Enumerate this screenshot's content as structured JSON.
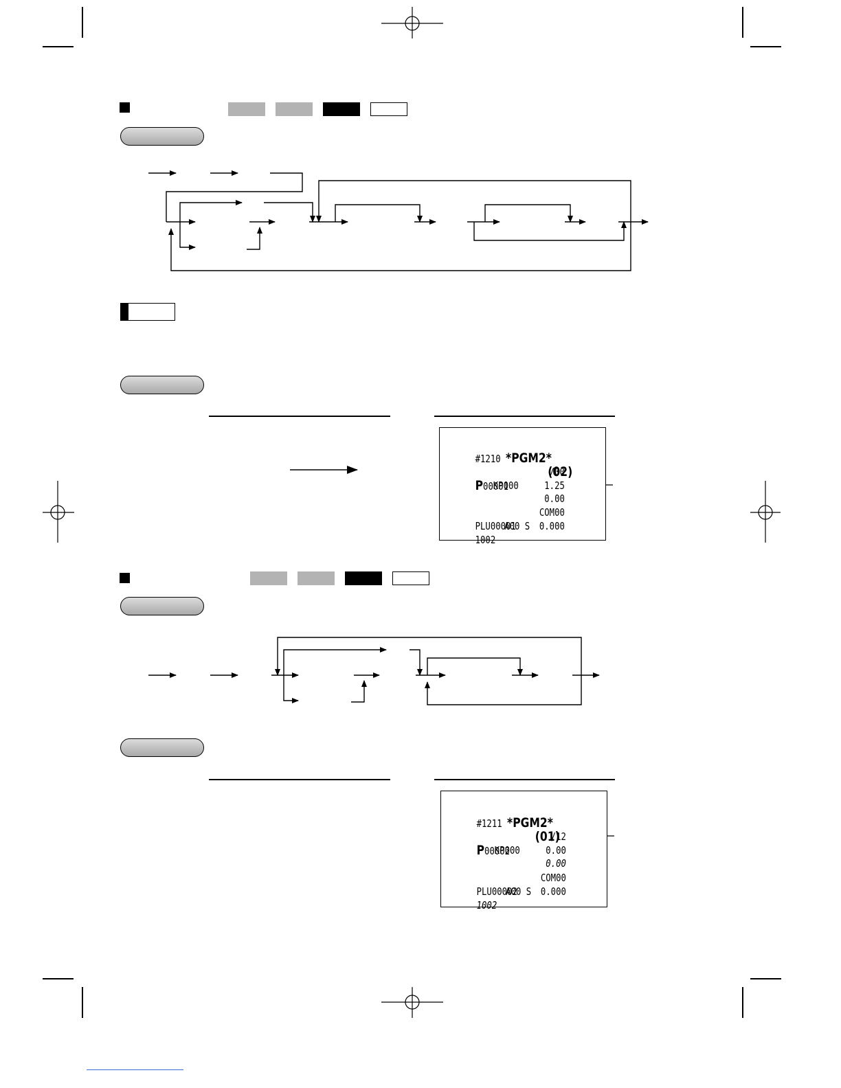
{
  "section1": {
    "mode_boxes": [
      "gray",
      "gray",
      "black",
      "white"
    ],
    "receipt": {
      "title_no": "#1210",
      "title_mode": "*PGM2*",
      "line1_code_big": "P",
      "line1_code": "00001",
      "line1_mid": "(02)",
      "line1_right": "/00",
      "line2_left": "KP000",
      "line2_right": "1.25",
      "line3_right": "0.00",
      "line4_left": "PLU00001",
      "line4_right": "COM00",
      "line5_left": "1002",
      "line5_mid": "A00 S",
      "line5_right": "0.000"
    }
  },
  "section2": {
    "mode_boxes": [
      "gray",
      "gray",
      "black",
      "white"
    ],
    "receipt": {
      "title_no": "#1211",
      "title_mode": "*PGM2*",
      "line1_code_big": "P",
      "line1_code": "00002",
      "line1_mid": "(01)",
      "line1_right": "/12",
      "line2_left": "KP000",
      "line2_right": "0.00",
      "line3_right": "0.00",
      "line4_left": "PLU00002",
      "line4_right": "COM00",
      "line5_left": "1002",
      "line5_mid": "A00 S",
      "line5_right": "0.000"
    }
  }
}
